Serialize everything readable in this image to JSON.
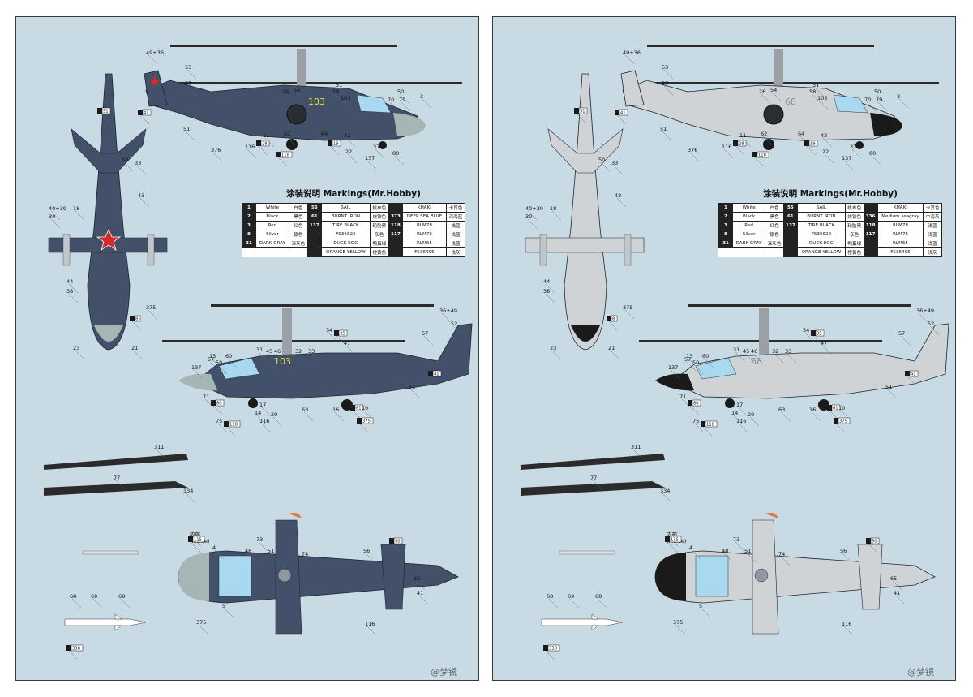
{
  "panels": [
    {
      "id": "left",
      "scheme": "dark",
      "title_cn": "涂装说明",
      "title_en": "Markings(Mr.Hobby)",
      "watermark": "@梦镜",
      "side_number": "103",
      "colors": {
        "fuselage": "#43506a",
        "nose": "#a5b6b4",
        "blade": "#2b2b2b",
        "canopy": "#a9d9f0",
        "accent": "#f0e13a",
        "star": "#d42a2a",
        "background": "#c8dae3"
      },
      "markings": [
        [
          "1",
          "White",
          "白色",
          "55",
          "SAIL",
          "帆布色",
          "",
          "KHAKI",
          "卡其色"
        ],
        [
          "2",
          "Black",
          "黑色",
          "61",
          "BURNT IRON",
          "烧铁色",
          "373",
          "DEEP SEA BLUE",
          "深海蓝"
        ],
        [
          "3",
          "Red",
          "红色",
          "137",
          "TIRE BLACK",
          "轮胎黑",
          "118",
          "RLM78",
          "浅蓝"
        ],
        [
          "8",
          "Silver",
          "银色",
          "",
          "FS36622",
          "灰色",
          "117",
          "RLM76",
          "浅蓝"
        ],
        [
          "31",
          "DARK GRAY",
          "深灰色",
          "",
          "DUCK EGG",
          "鸭蛋绿",
          "",
          "RLM65",
          "浅蓝"
        ],
        [
          "",
          "",
          "",
          "",
          "ORANGE YELLOW",
          "橙黄色",
          "",
          "FS36495",
          "浅灰"
        ]
      ]
    },
    {
      "id": "right",
      "scheme": "light",
      "title_cn": "涂装说明",
      "title_en": "Markings(Mr.Hobby)",
      "watermark": "@梦镜",
      "side_number": "68",
      "colors": {
        "fuselage": "#cfd3d5",
        "nose": "#1a1a1a",
        "blade": "#2b2b2b",
        "canopy": "#a9d9f0",
        "accent": "#e07b3a",
        "star": "#b7c2c9",
        "background": "#c8dae3"
      },
      "markings": [
        [
          "1",
          "White",
          "白色",
          "55",
          "SAIL",
          "帆布色",
          "",
          "KHAKI",
          "卡其色"
        ],
        [
          "2",
          "Black",
          "黑色",
          "61",
          "BURNT IRON",
          "烧铁色",
          "336",
          "Medium seagray",
          "中海灰"
        ],
        [
          "3",
          "Red",
          "红色",
          "137",
          "TIRE BLACK",
          "轮胎黑",
          "118",
          "RLM78",
          "浅蓝"
        ],
        [
          "8",
          "Silver",
          "银色",
          "",
          "FS36622",
          "灰色",
          "117",
          "RLM76",
          "浅蓝"
        ],
        [
          "31",
          "DARK GRAY",
          "深灰色",
          "",
          "DUCK EGG",
          "鸭蛋绿",
          "",
          "RLM65",
          "浅蓝"
        ],
        [
          "",
          "",
          "",
          "",
          "ORANGE YELLOW",
          "橙黄色",
          "",
          "FS36495",
          "浅灰"
        ]
      ]
    }
  ],
  "callouts": {
    "side_upper": [
      "49+36",
      "53",
      "57",
      "41",
      "51",
      "26",
      "54",
      "58",
      "31",
      "103",
      "50",
      "79",
      "70",
      "3",
      "11",
      "28",
      "62",
      "64",
      "19",
      "42",
      "22",
      "37",
      "80",
      "137",
      "118",
      "376",
      "116"
    ],
    "top_view": [
      "51",
      "50",
      "33",
      "43",
      "40+39",
      "18",
      "30",
      "44",
      "38",
      "23",
      "21",
      "375",
      "8"
    ],
    "side_lower": [
      "36+49",
      "52",
      "57",
      "41",
      "51",
      "34",
      "35",
      "47",
      "31",
      "45",
      "46",
      "32",
      "33",
      "13",
      "60",
      "57",
      "50",
      "71",
      "80",
      "75",
      "17",
      "14",
      "63",
      "16",
      "61",
      "10",
      "29",
      "118",
      "116",
      "137",
      "375"
    ],
    "blades": [
      "77",
      "311",
      "334"
    ],
    "underside": [
      "内部",
      "(Inside)",
      "4",
      "73",
      "48",
      "51",
      "74",
      "56",
      "65",
      "50",
      "41",
      "5",
      "115",
      "375",
      "116"
    ],
    "missile": [
      "68",
      "69",
      "68",
      "338"
    ]
  }
}
